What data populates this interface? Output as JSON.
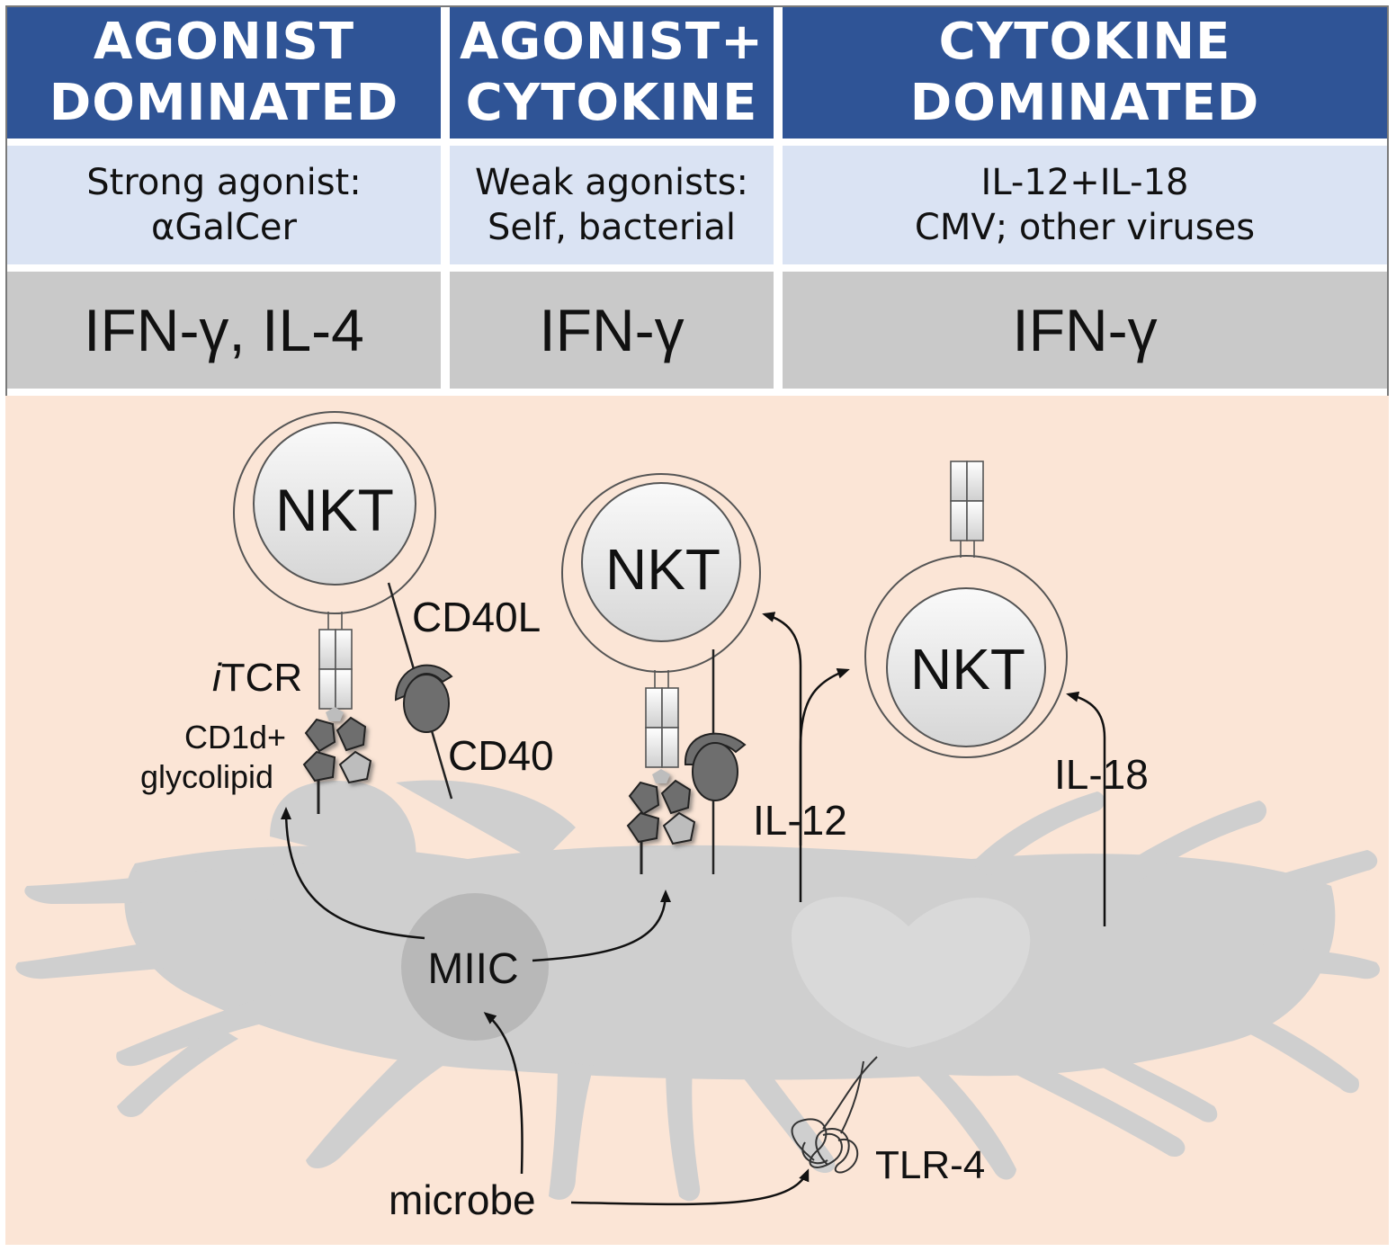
{
  "columns": [
    {
      "header_line1": "AGONIST",
      "header_line2": "DOMINATED",
      "stimulus_line1": "Strong agonist:",
      "stimulus_line2": "αGalCer",
      "output": "IFN-γ, IL-4"
    },
    {
      "header_line1": "AGONIST+",
      "header_line2": "CYTOKINE",
      "stimulus_line1": "Weak agonists:",
      "stimulus_line2": "Self, bacterial",
      "output": "IFN-γ"
    },
    {
      "header_line1": "CYTOKINE DOMINATED",
      "stimulus_line1": "IL-12+IL-18",
      "stimulus_line2": "CMV; other viruses",
      "output": "IFN-γ"
    }
  ],
  "diagram": {
    "cell_label": "NKT",
    "itcr_italic": "i",
    "itcr_rest": "TCR",
    "cd1d_line1": "CD1d+",
    "cd1d_line2": "glycolipid",
    "cd40l": "CD40L",
    "cd40": "CD40",
    "il12": "IL-12",
    "il18": "IL-18",
    "miic": "MIIC",
    "microbe": "microbe",
    "tlr4": "TLR-4"
  },
  "colors": {
    "header_bg": "#2f5496",
    "stimulus_bg": "#dae3f3",
    "output_bg": "#c9c9c9",
    "diagram_bg": "#fbe5d6",
    "cell_body": "#cfcfcf"
  }
}
